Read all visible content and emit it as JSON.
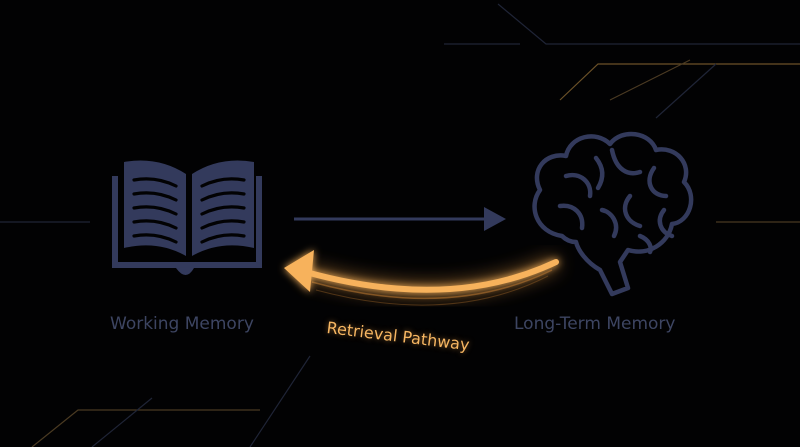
{
  "labels": {
    "working_memory": "Working Memory",
    "long_term_memory": "Long-Term Memory",
    "retrieval_pathway": "Retrieval Pathway"
  },
  "colors": {
    "background": "#020203",
    "icon_navy": "#333a5c",
    "label_navy": "#3d4562",
    "glow_orange": "#f6a54a",
    "circuit_dim": "#1f2436",
    "circuit_gold": "#6b5128"
  },
  "icons": {
    "left": "open-book-icon",
    "right": "brain-icon"
  }
}
